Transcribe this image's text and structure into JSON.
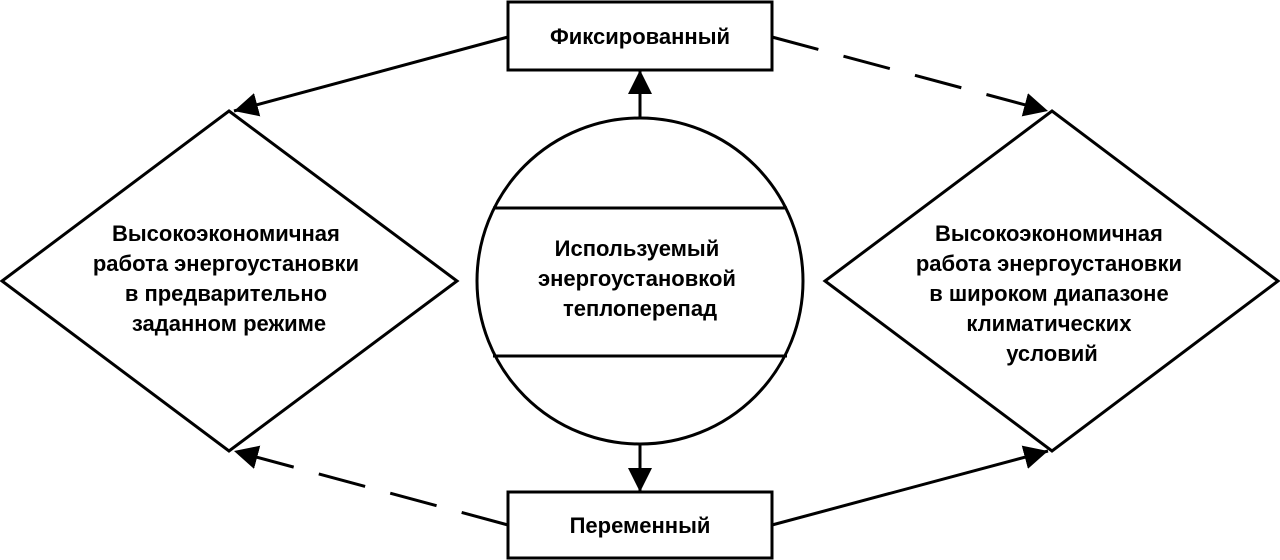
{
  "boxes": {
    "top": "Фиксированный",
    "bottom": "Переменный"
  },
  "circle": {
    "lines": [
      "Используемый",
      "энергоустановкой",
      "теплоперепад"
    ]
  },
  "left_diamond": {
    "lines": [
      "Высокоэкономичная",
      "работа энергоустановки",
      "в предварительно",
      "заданном режиме"
    ]
  },
  "right_diamond": {
    "lines": [
      "Высокоэкономичная",
      "работа энергоустановки",
      "в широком диапазоне",
      "климатических",
      "условий"
    ]
  }
}
